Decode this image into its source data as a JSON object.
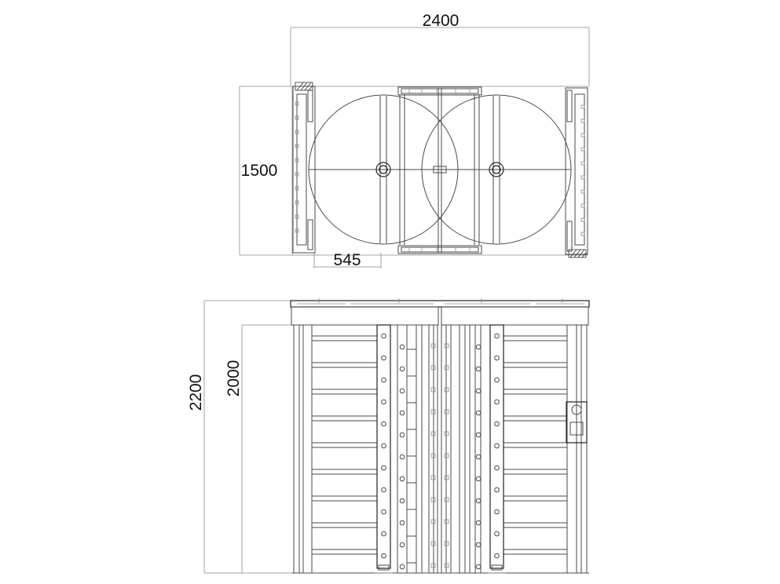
{
  "dimensions": {
    "top_width": "2400",
    "top_depth": "1500",
    "rotor_offset": "545",
    "total_height": "2200",
    "passage_height": "2000"
  }
}
